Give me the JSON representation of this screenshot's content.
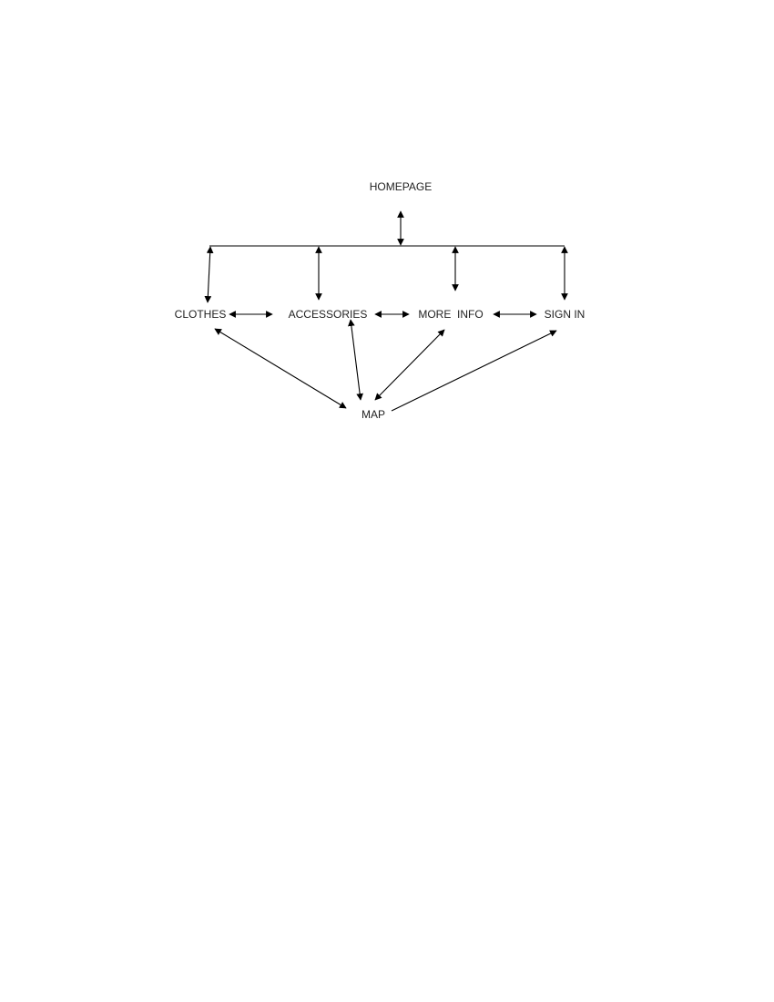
{
  "diagram": {
    "nodes": {
      "homepage": "HOMEPAGE",
      "clothes": "CLOTHES",
      "accessories": "ACCESSORIES",
      "more_info": "MORE  INFO",
      "sign_in": "SIGN IN",
      "map": "MAP"
    },
    "edges": [
      {
        "from": "homepage",
        "to": "bus",
        "direction": "both"
      },
      {
        "from": "bus",
        "to": "clothes",
        "direction": "both"
      },
      {
        "from": "bus",
        "to": "accessories",
        "direction": "both"
      },
      {
        "from": "bus",
        "to": "more_info",
        "direction": "both"
      },
      {
        "from": "bus",
        "to": "sign_in",
        "direction": "both"
      },
      {
        "from": "clothes",
        "to": "accessories",
        "direction": "both"
      },
      {
        "from": "accessories",
        "to": "more_info",
        "direction": "both"
      },
      {
        "from": "more_info",
        "to": "sign_in",
        "direction": "both"
      },
      {
        "from": "clothes",
        "to": "map",
        "direction": "both"
      },
      {
        "from": "accessories",
        "to": "map",
        "direction": "both"
      },
      {
        "from": "more_info",
        "to": "map",
        "direction": "both"
      },
      {
        "from": "map",
        "to": "sign_in",
        "direction": "to"
      }
    ],
    "colors": {
      "line": "#000000",
      "text": "#222222",
      "background": "#ffffff"
    }
  }
}
